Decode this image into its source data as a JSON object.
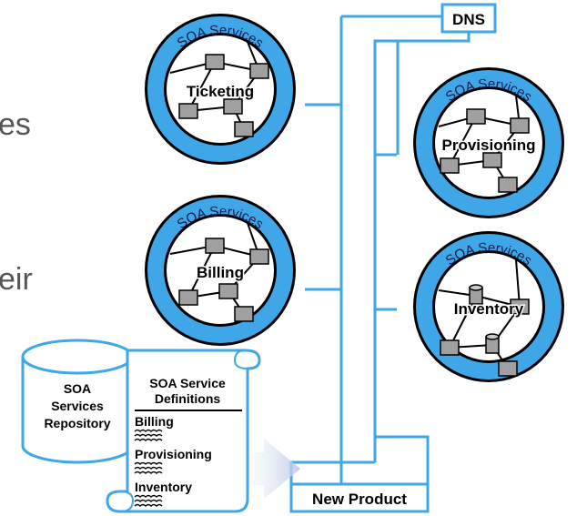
{
  "slide": {
    "text_fragments": [
      "es",
      "eir"
    ]
  },
  "diagram": {
    "ring_caption": "SOA Services",
    "services": [
      {
        "name": "Ticketing"
      },
      {
        "name": "Provisioning"
      },
      {
        "name": "Billing"
      },
      {
        "name": "Inventory"
      }
    ],
    "dns_label": "DNS",
    "new_product_label": "New Product",
    "repository": {
      "line1": "SOA",
      "line2": "Services",
      "line3": "Repository"
    },
    "scroll": {
      "title1": "SOA Service",
      "title2": "Definitions",
      "entries": [
        "Billing",
        "Provisioning",
        "Inventory"
      ]
    },
    "colors": {
      "ring": "#3fa7e8",
      "line": "#3fa7e8",
      "node": "#a0a0a0",
      "outline": "#000000"
    }
  }
}
